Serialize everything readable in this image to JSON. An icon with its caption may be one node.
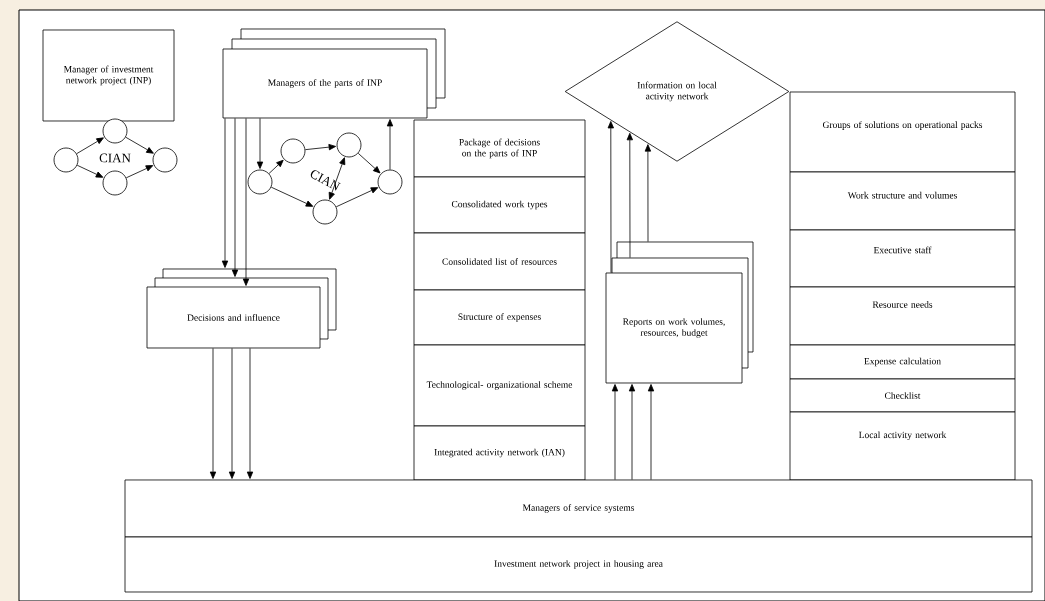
{
  "diagram": {
    "nodes": [
      {
        "text": [
          "Manager of investment network project (INP)"
        ]
      },
      {
        "text": [],
        "shape": "circle"
      },
      {
        "text": [],
        "shape": "circle"
      },
      {
        "text": [],
        "shape": "circle"
      },
      {
        "text": [],
        "shape": "circle"
      },
      {
        "text": [
          "Managers of the parts of INP"
        ]
      },
      {
        "text": [],
        "shape": "circle"
      },
      {
        "text": [],
        "shape": "circle"
      },
      {
        "text": [],
        "shape": "circle"
      },
      {
        "text": [],
        "shape": "circle"
      },
      {
        "text": [],
        "shape": "circle"
      },
      {
        "text": [
          "Decisions and influence"
        ]
      },
      {
        "text": [
          "Package of decisions on the parts of INP"
        ]
      },
      {
        "text": [
          "Consolidated work types"
        ]
      },
      {
        "text": [
          "Consolidated list of resources"
        ]
      },
      {
        "text": [
          "Structure of expenses"
        ]
      },
      {
        "text": [
          "Technological- organizational scheme"
        ]
      },
      {
        "text": [
          "Integrated activity network (IAN)"
        ]
      },
      {
        "text": [
          "Information on local activity network"
        ]
      },
      {
        "text": [
          "Reports on work volumes, resources, budget"
        ]
      },
      {
        "text": [
          "Groups of solutions on operational packs"
        ]
      },
      {
        "text": [
          "Work structure and volumes"
        ]
      },
      {
        "text": [
          "Executive staff"
        ]
      },
      {
        "text": [
          "Resource needs"
        ]
      },
      {
        "text": [
          "Expense calculation"
        ]
      },
      {
        "text": [
          "Checklist"
        ]
      },
      {
        "text": [
          "Local activity network"
        ]
      },
      {
        "text": [
          "Managers of service systems"
        ]
      },
      {
        "text": [
          "Investment network project in housing area"
        ]
      }
    ],
    "edges": [
      {
        "from": 1,
        "to": 2,
        "arrow": "to"
      },
      {
        "from": 1,
        "to": 3,
        "arrow": "to"
      },
      {
        "from": 2,
        "to": 4,
        "arrow": "to"
      },
      {
        "from": 3,
        "to": 4,
        "arrow": "to"
      },
      {
        "from": 5,
        "to": 6,
        "arrow": "to"
      },
      {
        "from": 10,
        "to": 5,
        "arrow": "to"
      },
      {
        "from": 6,
        "to": 7,
        "arrow": "to"
      },
      {
        "from": 7,
        "to": 8,
        "arrow": "to"
      },
      {
        "from": 8,
        "to": 10,
        "arrow": "to"
      },
      {
        "from": 6,
        "to": 9,
        "arrow": "to"
      },
      {
        "from": 9,
        "to": 10,
        "arrow": "to"
      },
      {
        "from": 8,
        "to": 9,
        "arrow": "both"
      },
      {
        "from": 5,
        "to": 11,
        "arrow": "to"
      },
      {
        "from": 5,
        "to": 11,
        "arrow": "to"
      },
      {
        "from": 5,
        "to": 11,
        "arrow": "to"
      },
      {
        "from": 11,
        "to": 27,
        "arrow": "to"
      },
      {
        "from": 11,
        "to": 27,
        "arrow": "to"
      },
      {
        "from": 11,
        "to": 27,
        "arrow": "to"
      },
      {
        "from": 27,
        "to": 19,
        "arrow": "to"
      },
      {
        "from": 27,
        "to": 19,
        "arrow": "to"
      },
      {
        "from": 27,
        "to": 19,
        "arrow": "to"
      },
      {
        "from": 19,
        "to": 18,
        "arrow": "to"
      },
      {
        "from": 19,
        "to": 18,
        "arrow": "to"
      },
      {
        "from": 19,
        "to": 18,
        "arrow": "to"
      }
    ],
    "labels": [
      "CIAN",
      "CIAN"
    ]
  }
}
